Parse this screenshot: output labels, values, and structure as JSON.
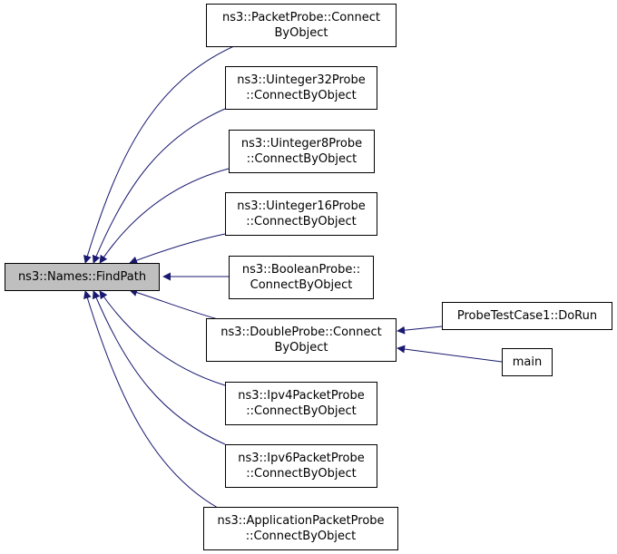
{
  "colors": {
    "edge": "#191970",
    "root_fill": "#bfbfbf",
    "node_fill": "#ffffff",
    "border": "#000000"
  },
  "nodes": {
    "root": {
      "lines": [
        "ns3::Names::FindPath"
      ]
    },
    "packet_probe": {
      "lines": [
        "ns3::PacketProbe::Connect",
        "ByObject"
      ]
    },
    "uinteger32_probe": {
      "lines": [
        "ns3::Uinteger32Probe",
        "::ConnectByObject"
      ]
    },
    "uinteger8_probe": {
      "lines": [
        "ns3::Uinteger8Probe",
        "::ConnectByObject"
      ]
    },
    "uinteger16_probe": {
      "lines": [
        "ns3::Uinteger16Probe",
        "::ConnectByObject"
      ]
    },
    "boolean_probe": {
      "lines": [
        "ns3::BooleanProbe::",
        "ConnectByObject"
      ]
    },
    "double_probe": {
      "lines": [
        "ns3::DoubleProbe::Connect",
        "ByObject"
      ]
    },
    "ipv4_packet_probe": {
      "lines": [
        "ns3::Ipv4PacketProbe",
        "::ConnectByObject"
      ]
    },
    "ipv6_packet_probe": {
      "lines": [
        "ns3::Ipv6PacketProbe",
        "::ConnectByObject"
      ]
    },
    "application_packet_probe": {
      "lines": [
        "ns3::ApplicationPacketProbe",
        "::ConnectByObject"
      ]
    },
    "probe_test_case": {
      "lines": [
        "ProbeTestCase1::DoRun"
      ]
    },
    "main_fn": {
      "lines": [
        "main"
      ]
    }
  }
}
